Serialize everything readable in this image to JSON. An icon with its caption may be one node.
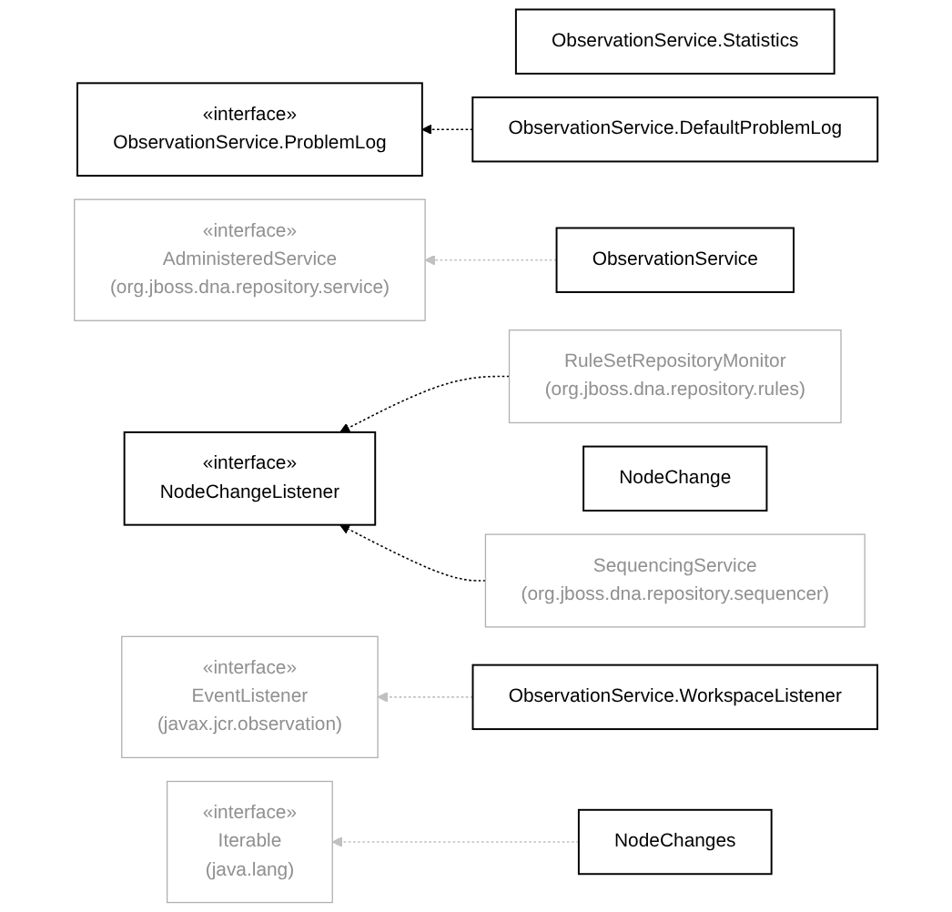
{
  "diagram": {
    "nodes": [
      {
        "text": [
          "ObservationService.Statistics"
        ]
      },
      {
        "text": [
          "«interface»",
          "ObservationService.ProblemLog"
        ]
      },
      {
        "text": [
          "ObservationService.DefaultProblemLog"
        ]
      },
      {
        "text": [
          "«interface»",
          "AdministeredService",
          "(org.jboss.dna.repository.service)"
        ]
      },
      {
        "text": [
          "ObservationService"
        ]
      },
      {
        "text": [
          "«interface»",
          "NodeChangeListener"
        ]
      },
      {
        "text": [
          "RuleSetRepositoryMonitor",
          "(org.jboss.dna.repository.rules)"
        ]
      },
      {
        "text": [
          "NodeChange"
        ]
      },
      {
        "text": [
          "SequencingService",
          "(org.jboss.dna.repository.sequencer)"
        ]
      },
      {
        "text": [
          "«interface»",
          "EventListener",
          "(javax.jcr.observation)"
        ]
      },
      {
        "text": [
          "ObservationService.WorkspaceListener"
        ]
      },
      {
        "text": [
          "«interface»",
          "Iterable",
          "(java.lang)"
        ]
      },
      {
        "text": [
          "NodeChanges"
        ]
      }
    ],
    "edges": [
      {
        "from": 2,
        "to": 1,
        "arrow": "to",
        "style": "dashed"
      },
      {
        "from": 4,
        "to": 3,
        "arrow": "to",
        "style": "dashed",
        "color": "#c0c0c0"
      },
      {
        "from": 6,
        "to": 5,
        "arrow": "to",
        "style": "dashed"
      },
      {
        "from": 8,
        "to": 5,
        "arrow": "to",
        "style": "dashed"
      },
      {
        "from": 10,
        "to": 9,
        "arrow": "to",
        "style": "dashed",
        "color": "#c0c0c0"
      },
      {
        "from": 12,
        "to": 11,
        "arrow": "to",
        "style": "dashed",
        "color": "#c0c0c0"
      }
    ]
  }
}
